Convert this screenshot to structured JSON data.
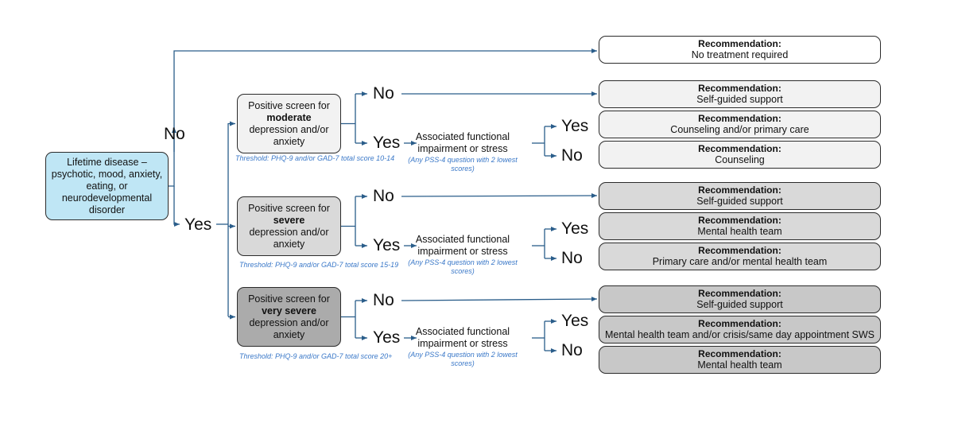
{
  "root": {
    "text": "Lifetime disease – psychotic, mood, anxiety, eating, or neurodevelopmental disorder"
  },
  "branch_labels": {
    "no": "No",
    "yes": "Yes"
  },
  "functional": {
    "text": "Associated functional impairment or stress",
    "note": "(Any PSS-4 question with 2 lowest scores)"
  },
  "recommendation_title": "Recommendation:",
  "top_recommendation": "No treatment required",
  "screens": [
    {
      "prefix": "Positive screen for",
      "severity": "moderate",
      "suffix": "depression and/or anxiety",
      "threshold": "Threshold:  PHQ-9 and/or GAD-7 total score 10-14",
      "rec_no": "Self-guided support",
      "rec_yes_yes": "Counseling and/or primary care",
      "rec_yes_no": "Counseling",
      "box_color": "#f2f2f2",
      "rec_color": "#f2f2f2"
    },
    {
      "prefix": "Positive screen for",
      "severity": "severe",
      "suffix": "depression and/or anxiety",
      "threshold": "Threshold:  PHQ-9 and/or GAD-7 total score 15-19",
      "rec_no": "Self-guided support",
      "rec_yes_yes": "Mental health team",
      "rec_yes_no": "Primary care and/or mental health team",
      "box_color": "#d9d9d9",
      "rec_color": "#d9d9d9"
    },
    {
      "prefix": "Positive screen for",
      "severity": "very severe",
      "suffix": "depression and/or anxiety",
      "threshold": "Threshold:  PHQ-9 and/or GAD-7 total score 20+",
      "rec_no": "Self-guided support",
      "rec_yes_yes": "Mental health team and/or crisis/same day appointment SWS",
      "rec_yes_no": "Mental health team",
      "box_color": "#ababab",
      "rec_color": "#c8c8c8"
    }
  ],
  "colors": {
    "arrow": "#2a5d8a",
    "root_fill": "#bfe6f5",
    "threshold_text": "#3a78c8"
  }
}
